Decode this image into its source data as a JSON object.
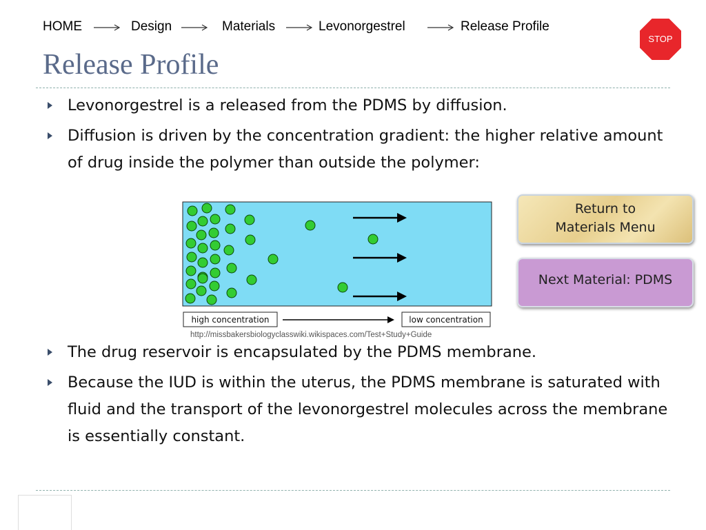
{
  "breadcrumb": {
    "items": [
      "HOME",
      "Design",
      "Materials",
      "Levonorgestrel",
      "Release Profile"
    ]
  },
  "stop_button": {
    "label": "STOP",
    "color": "#e8262b"
  },
  "title": "Release Profile",
  "bullets_top": [
    "Levonorgestrel is a released from the PDMS by diffusion.",
    "Diffusion is driven by the concentration gradient: the higher relative amount of drug inside the polymer than outside the polymer:"
  ],
  "figure": {
    "background_color": "#7fdcf5",
    "molecule_color": "#33cc33",
    "label_high": "high concentration",
    "label_low": "low concentration",
    "credit": "http://missbakersbiologyclasswiki.wikispaces.com/Test+Study+Guide"
  },
  "buttons": {
    "return_line1": "Return to",
    "return_line2": "Materials Menu",
    "next": "Next Material:   PDMS"
  },
  "bullets_bottom": [
    "The drug reservoir is encapsulated by the PDMS membrane.",
    "Because the IUD is within the uterus, the PDMS membrane is saturated with fluid and the transport of the levonorgestrel molecules across the membrane is essentially constant."
  ]
}
